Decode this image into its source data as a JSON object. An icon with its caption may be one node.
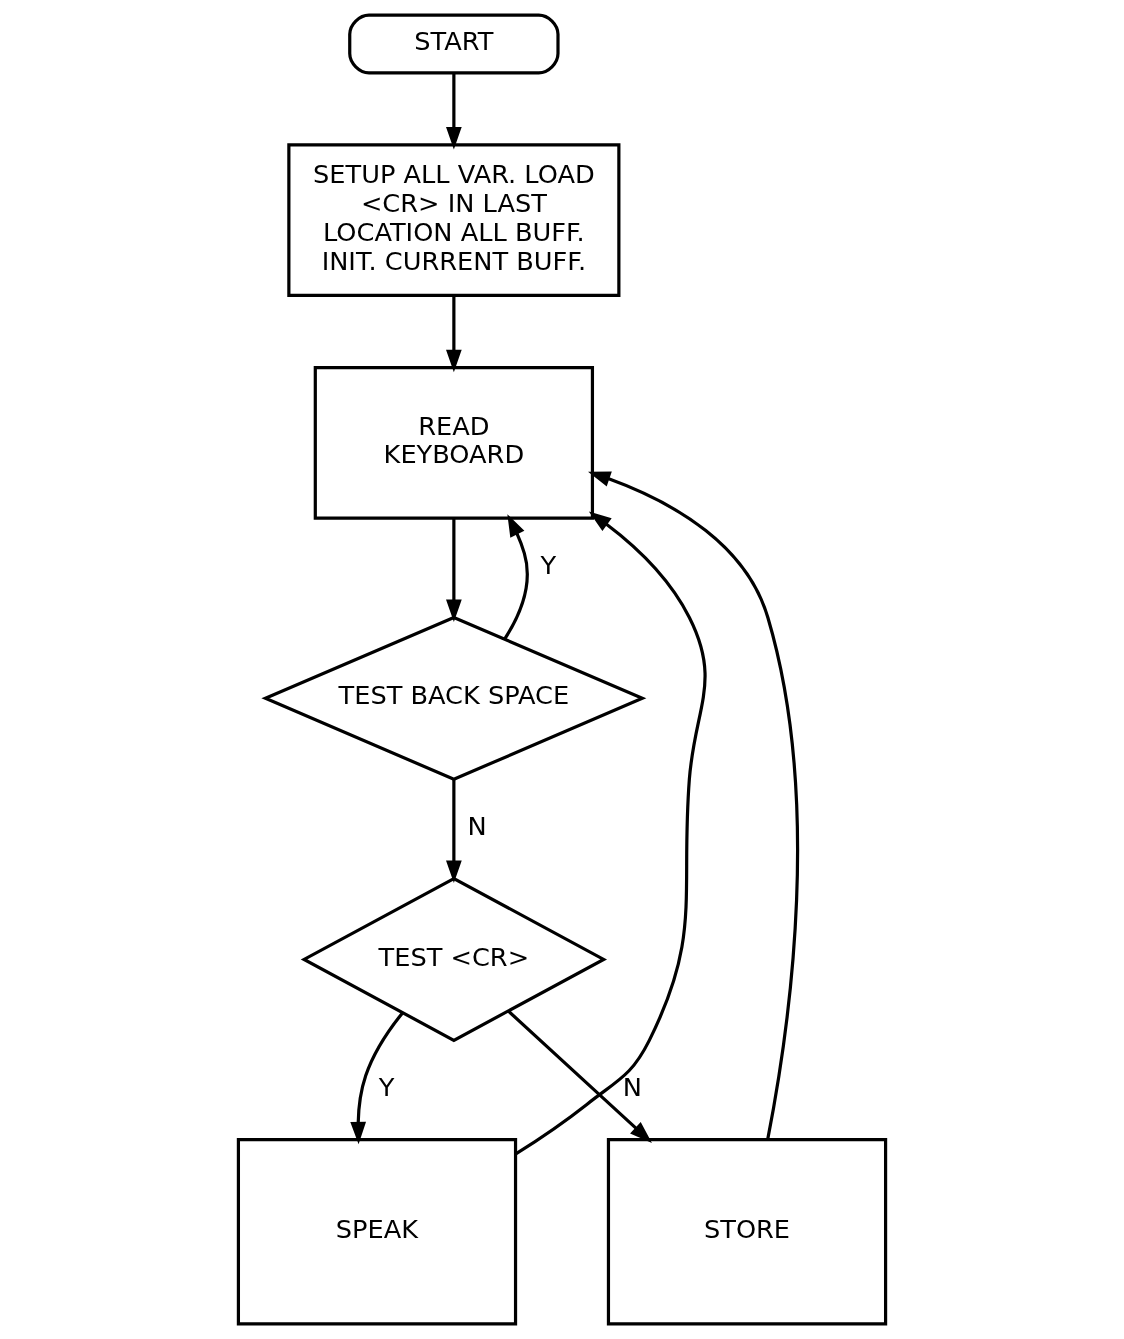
{
  "diagram": {
    "nodes": [
      {
        "text": [
          "START"
        ]
      },
      {
        "text": [
          "SETUP ALL VAR. LOAD <CR> IN LAST LOCATION ALL BUFF. INIT. CURRENT BUFF."
        ]
      },
      {
        "text": [
          "READ KEYBOARD"
        ]
      },
      {
        "text": [
          "TEST BACK SPACE"
        ]
      },
      {
        "text": [
          "TEST <CR>"
        ]
      },
      {
        "text": [
          "SPEAK"
        ]
      },
      {
        "text": [
          "STORE"
        ]
      }
    ],
    "edges": [
      {
        "from": 0,
        "to": 1,
        "arrow": "to"
      },
      {
        "from": 1,
        "to": 2,
        "arrow": "to"
      },
      {
        "from": 2,
        "to": 3,
        "arrow": "to"
      },
      {
        "from": 3,
        "to": 2,
        "arrow": "to",
        "label": "Y"
      },
      {
        "from": 3,
        "to": 4,
        "arrow": "to",
        "label": "N"
      },
      {
        "from": 4,
        "to": 5,
        "arrow": "to",
        "label": "Y"
      },
      {
        "from": 4,
        "to": 6,
        "arrow": "to",
        "label": "N"
      },
      {
        "from": 5,
        "to": 2,
        "arrow": "to"
      },
      {
        "from": 6,
        "to": 2,
        "arrow": "to"
      }
    ]
  }
}
